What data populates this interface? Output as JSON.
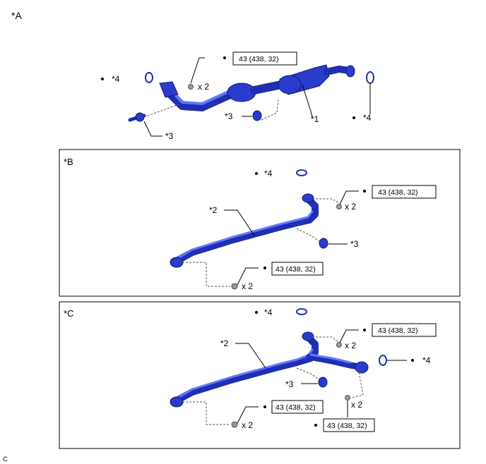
{
  "sections": {
    "a": {
      "label": "*A"
    },
    "b": {
      "label": "*B"
    },
    "c": {
      "label": "*C"
    }
  },
  "callouts": {
    "part1": "*1",
    "part2": "*2",
    "part3": "*3",
    "part4": "*4"
  },
  "torque": "43 (438, 32)",
  "quantity": "x 2",
  "footer_code": "C",
  "colors": {
    "pipe": "#1f2fb0",
    "pipe_highlight": "#5f78ff",
    "bolt": "#9a9a9a"
  }
}
